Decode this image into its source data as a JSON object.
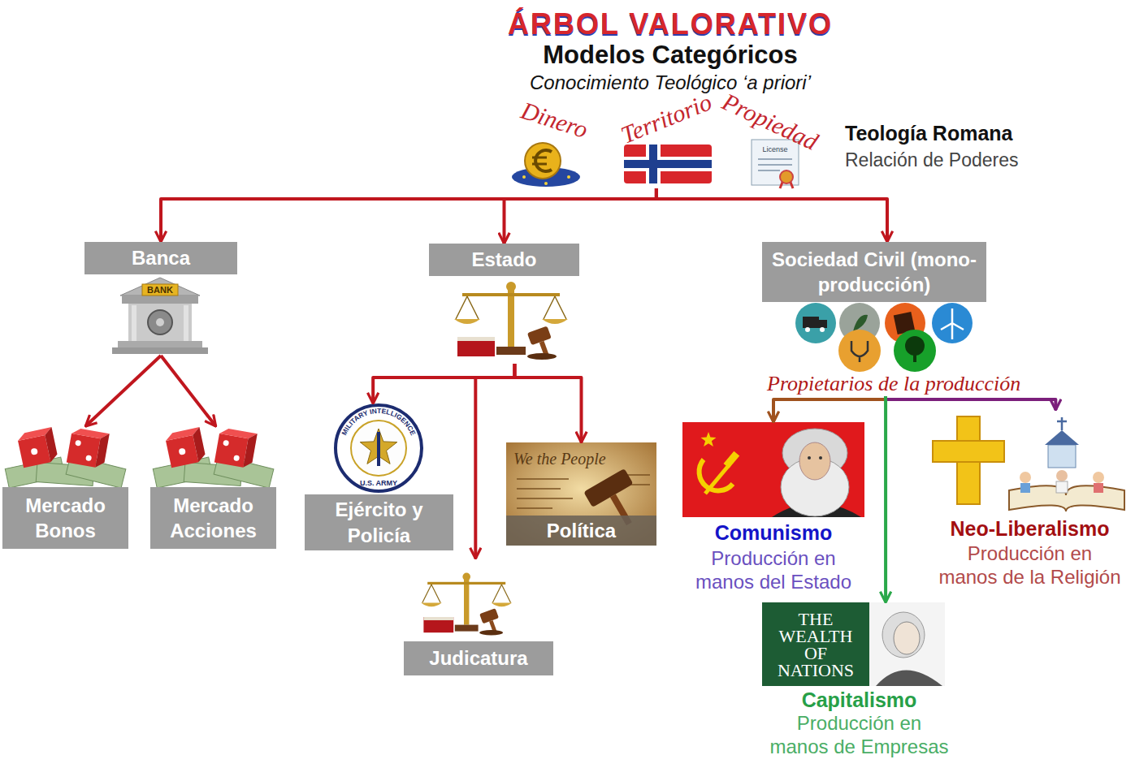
{
  "diagram": {
    "title": "ÁRBOL VALORATIVO",
    "nodes": [
      {
        "text": [
          "Dinero",
          "Territorio",
          "Propiedad"
        ]
      },
      {
        "text": [
          "Banca"
        ]
      },
      {
        "text": [
          "Estado"
        ]
      },
      {
        "text": [
          "Sociedad Civil (mono-producción)"
        ]
      },
      {
        "text": [
          "Mercado Bonos"
        ]
      },
      {
        "text": [
          "Mercado Acciones"
        ]
      },
      {
        "text": [
          "Ejército y Policía"
        ]
      },
      {
        "text": [
          "Política"
        ]
      },
      {
        "text": [
          "Judicatura"
        ]
      },
      {
        "text": [
          "Comunismo",
          "Producción en manos del Estado"
        ]
      },
      {
        "text": [
          "Neo-Liberalismo",
          "Producción en manos de la Religión"
        ]
      },
      {
        "text": [
          "Capitalismo",
          "Producción en manos de Empresas"
        ]
      }
    ],
    "edges": [
      {
        "from": 0,
        "to": 1,
        "arrow": "to"
      },
      {
        "from": 0,
        "to": 2,
        "arrow": "to"
      },
      {
        "from": 0,
        "to": 3,
        "arrow": "to"
      },
      {
        "from": 1,
        "to": 4,
        "arrow": "to"
      },
      {
        "from": 1,
        "to": 5,
        "arrow": "to"
      },
      {
        "from": 2,
        "to": 6,
        "arrow": "to"
      },
      {
        "from": 2,
        "to": 7,
        "arrow": "to"
      },
      {
        "from": 2,
        "to": 8,
        "arrow": "to"
      },
      {
        "from": 3,
        "to": 9,
        "arrow": "to"
      },
      {
        "from": 3,
        "to": 10,
        "arrow": "to"
      },
      {
        "from": 3,
        "to": 11,
        "arrow": "to"
      }
    ],
    "labels": [
      "Modelos Categóricos",
      "Conocimiento Teológico ‘a priori’",
      "Teología Romana",
      "Relación de Poderes",
      "Propietarios de la producción",
      "BANK",
      "MILITARY INTELLIGENCE",
      "U.S. ARMY",
      "We the People",
      "THE WEALTH OF NATIONS",
      "License"
    ]
  }
}
